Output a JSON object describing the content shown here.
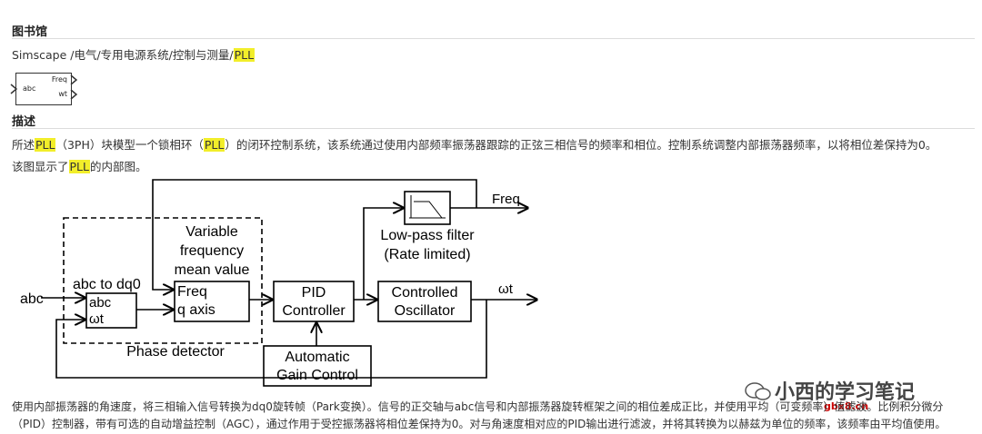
{
  "library": {
    "heading": "图书馆",
    "path_prefix": "Simscape /电气/专用电源系统/控制与测量/",
    "path_highlight": "PLL"
  },
  "block_icon": {
    "in_label": "abc",
    "out_freq": "Freq",
    "out_wt": "wt"
  },
  "description": {
    "heading": "描述",
    "p1_a": "所述",
    "p1_hl1": "PLL",
    "p1_b": "（3PH）块模型一个锁相环（",
    "p1_hl2": "PLL",
    "p1_c": "）的闭环控制系统，该系统通过使用内部频率振荡器跟踪的正弦三相信号的频率和相位。控制系统调整内部振荡器频率，以将相位差保持为0。",
    "p2_a": "该图显示了",
    "p2_hl": "PLL",
    "p2_b": "的内部图。"
  },
  "diagram": {
    "abc_in": "abc",
    "abc_to_dq0": "abc to dq0",
    "port_abc": "abc",
    "port_wt": "ωt",
    "variable_1": "Variable",
    "variable_2": "frequency",
    "variable_3": "mean value",
    "port_freq": "Freq",
    "port_qaxis": "q axis",
    "phase_detector": "Phase detector",
    "pid_1": "PID",
    "pid_2": "Controller",
    "agc_1": "Automatic",
    "agc_2": "Gain Control",
    "lpf_1": "Low-pass filter",
    "lpf_2": "(Rate limited)",
    "osc_1": "Controlled",
    "osc_2": "Oscillator",
    "freq_out": "Freq",
    "wt_out": "ωt"
  },
  "footer": {
    "line1": "使用内部振荡器的角速度，将三相输入信号转换为dq0旋转帧（Park变换）。信号的正交轴与abc信号和内部振荡器旋转框架之间的相位差成正比，并使用平均（可变频率）值滤波。比例积分微分",
    "line2": "（PID）控制器，带有可选的自动增益控制（AGC），通过作用于受控振荡器将相位差保持为0。对与角速度相对应的PID输出进行滤波，并将其转换为以赫兹为单位的频率，该频率由平均值使用。"
  },
  "watermark": {
    "text": "小西的学习笔记",
    "site": "gbx8.cn"
  }
}
